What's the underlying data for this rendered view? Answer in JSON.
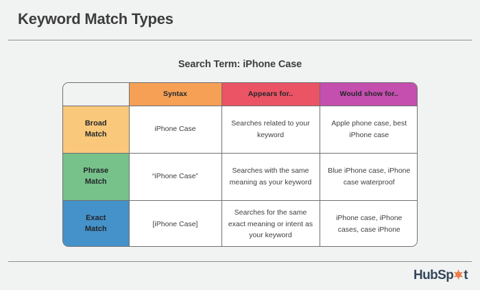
{
  "slide": {
    "title": "Keyword Match Types",
    "subtitle": "Search Term: iPhone Case"
  },
  "table": {
    "headers": [
      {
        "label": "",
        "color": "#f1f2f2"
      },
      {
        "label": "Syntax",
        "color": "#f5a055"
      },
      {
        "label": "Appears for..",
        "color": "#ea5465"
      },
      {
        "label": "Would show for..",
        "color": "#c44fae"
      }
    ],
    "rows": [
      {
        "match_type": "Broad\nMatch",
        "match_type_line1": "Broad",
        "match_type_line2": "Match",
        "color": "#f9c87a",
        "syntax": "iPhone Case",
        "appears_for": "Searches related to your keyword",
        "would_show_for": "Apple phone case, best iPhone case"
      },
      {
        "match_type_line1": "Phrase",
        "match_type_line2": "Match",
        "color": "#77c18a",
        "syntax": "“iPhone Case”",
        "appears_for": "Searches with the same meaning as your keyword",
        "would_show_for": "Blue iPhone case, iPhone case waterproof"
      },
      {
        "match_type_line1": "Exact",
        "match_type_line2": "Match",
        "color": "#4492c9",
        "syntax": "[iPhone Case]",
        "appears_for": "Searches for the same exact meaning or intent as your keyword",
        "would_show_for": "iPhone case, iPhone cases, case iPhone"
      }
    ]
  },
  "logo": {
    "text_before": "HubSp",
    "text_after": "t",
    "icon": "sprocket-icon",
    "text_color": "#33475b",
    "icon_color": "#e8743b"
  },
  "theme": {
    "background": "#f1f2f2",
    "rule_color": "#8a8d8f",
    "table_border": "#6d6e71",
    "title_color": "#3d3d3d"
  }
}
